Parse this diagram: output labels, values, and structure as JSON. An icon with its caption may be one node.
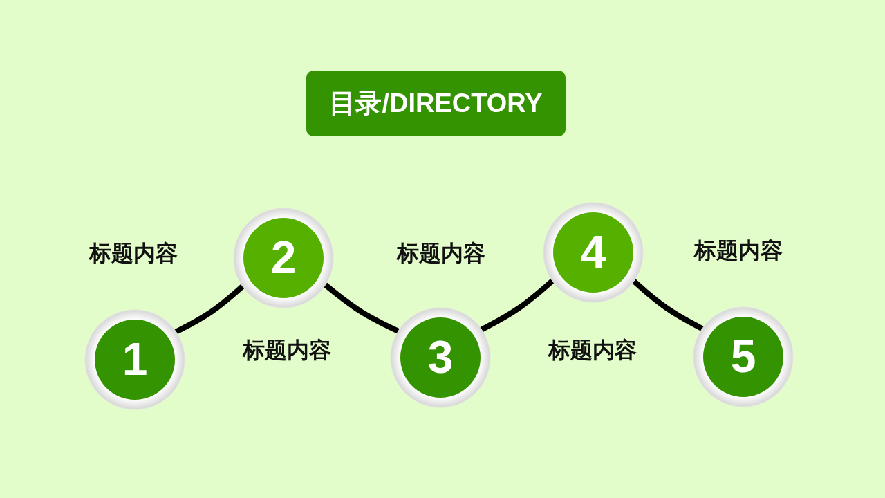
{
  "diagram": {
    "title": "目录/DIRECTORY",
    "nodes": [
      {
        "text": [
          "1"
        ],
        "beside": [
          "标题内容"
        ]
      },
      {
        "text": [
          "2"
        ],
        "beside": [
          "标题内容"
        ]
      },
      {
        "text": [
          "3"
        ],
        "beside": [
          "标题内容"
        ]
      },
      {
        "text": [
          "4"
        ],
        "beside": [
          "标题内容"
        ]
      },
      {
        "text": [
          "5"
        ],
        "beside": [
          "标题内容"
        ]
      }
    ],
    "edges": [
      {
        "from": 0,
        "to": 1,
        "arrow": "none"
      },
      {
        "from": 1,
        "to": 2,
        "arrow": "none"
      },
      {
        "from": 2,
        "to": 3,
        "arrow": "none"
      },
      {
        "from": 3,
        "to": 4,
        "arrow": "none"
      }
    ]
  }
}
